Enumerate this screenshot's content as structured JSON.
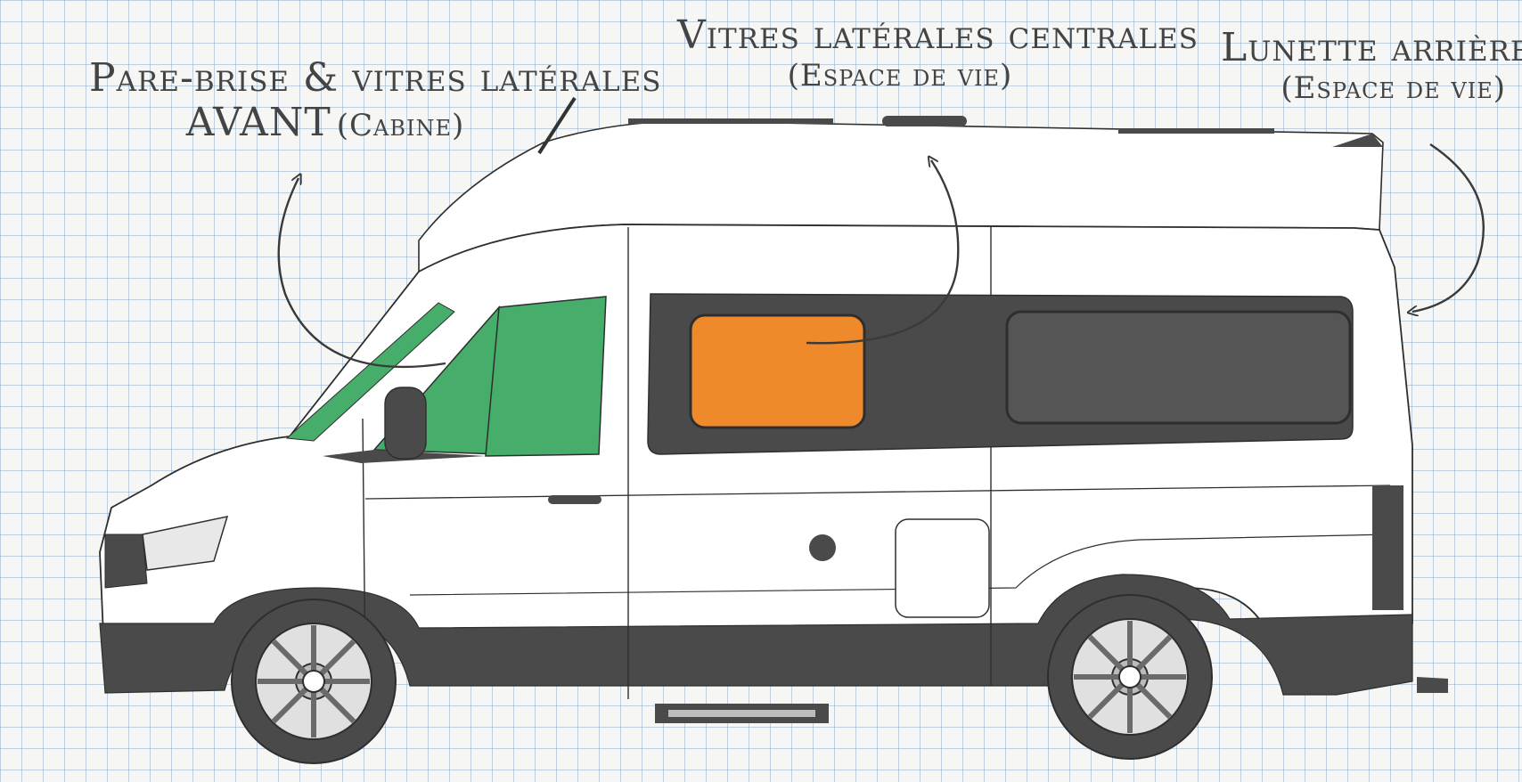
{
  "labels": {
    "front": {
      "title_line1": "Pare-brise & vitres latérales",
      "title_line2": "AVANT",
      "subtitle": "(Cabine)"
    },
    "middle": {
      "title": "Vitres latérales centrales",
      "subtitle": "(Espace de vie)"
    },
    "rear": {
      "title": "Lunette arrière",
      "subtitle": "(Espace de vie)"
    }
  },
  "colors": {
    "front_glass": "#46ad6a",
    "middle_glass": "#ee8a2c",
    "dark_panels": "#4a4a4a",
    "body": "#ffffff",
    "outline": "#2e2e2e",
    "grid": "#8fb4d6"
  }
}
